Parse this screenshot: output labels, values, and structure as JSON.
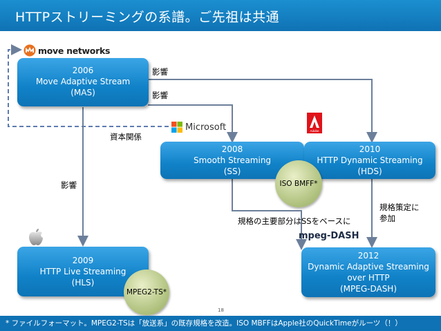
{
  "title": "HTTPストリーミングの系譜。ご先祖は共通",
  "logos": {
    "move_networks": "move networks",
    "microsoft": "Microsoft",
    "adobe": "Adobe",
    "mpeg_dash": "mpeg-DASH"
  },
  "nodes": {
    "mas": {
      "year": "2006",
      "name": "Move Adaptive Stream",
      "abbr": "(MAS)"
    },
    "ss": {
      "year": "2008",
      "name": "Smooth Streaming",
      "abbr": "(SS)"
    },
    "hds": {
      "year": "2010",
      "name": "HTTP Dynamic Streaming",
      "abbr": "(HDS)"
    },
    "hls": {
      "year": "2009",
      "name": "HTTP Live Streaming",
      "abbr": "(HLS)"
    },
    "dash": {
      "year": "2012",
      "name": "Dynamic Adaptive Streaming",
      "name2": "over HTTP",
      "abbr": "(MPEG-DASH)"
    }
  },
  "badges": {
    "iso": "ISO BMFF*",
    "mpeg2": "MPEG2-TS*"
  },
  "labels": {
    "influence1": "影響",
    "influence2": "影響",
    "influence3": "影響",
    "capital": "資本関係",
    "based_on_ss": "規格の主要部分はSSをベースに",
    "spec_line1": "規格策定に",
    "spec_line2": "参加"
  },
  "page_number": "18",
  "footnote": "* ファイルフォーマット。MPEG2-TSは「放送系」の既存規格を改造。ISO MBFFはApple社のQuickTimeがルーツ（！）",
  "colors": {
    "title_bar": "#0f72b4",
    "box": "#1182c8",
    "connector": "#6c7f9a",
    "badge": "#b9c98a",
    "adobe_red": "#e0121a",
    "move_orange": "#e8701f"
  }
}
